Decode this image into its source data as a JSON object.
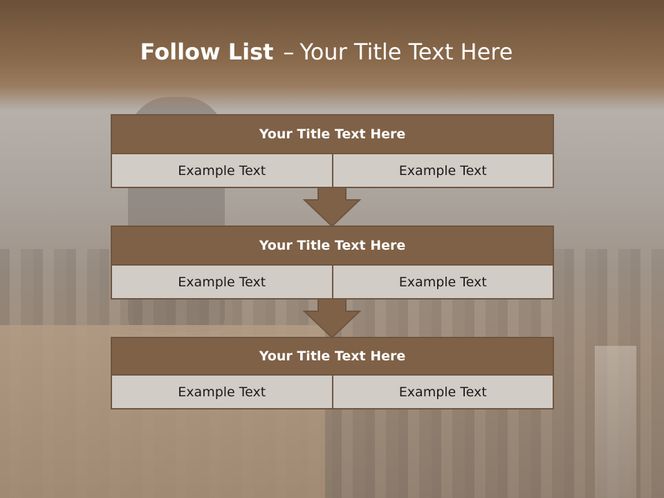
{
  "slide": {
    "title_bold": "Follow List",
    "title_sep": "–",
    "title_rest": "Your Title Text Here"
  },
  "colors": {
    "header_brown": "#7a5b40",
    "box_title": "#7f6147",
    "box_cell": "#d2ccc6",
    "border": "#6e5540"
  },
  "blocks": [
    {
      "title": "Your Title Text Here",
      "left": "Example Text",
      "right": "Example Text"
    },
    {
      "title": "Your Title Text Here",
      "left": "Example Text",
      "right": "Example Text"
    },
    {
      "title": "Your Title Text Here",
      "left": "Example Text",
      "right": "Example Text"
    }
  ],
  "arrows": [
    "down-arrow",
    "down-arrow"
  ]
}
